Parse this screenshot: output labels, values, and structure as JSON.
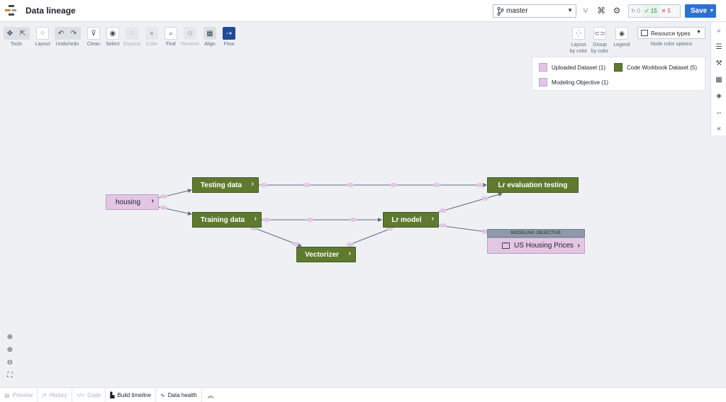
{
  "app": {
    "title": "Data lineage"
  },
  "topbar": {
    "branch": "master",
    "checks": {
      "neutral": "0",
      "passed": "15",
      "failed": "5"
    },
    "save_label": "Save"
  },
  "toolbar": {
    "tools": [
      "Tools",
      "Layout",
      "Undo/redo",
      "Clean",
      "Select",
      "Expand",
      "Color",
      "Find",
      "Remove",
      "Align",
      "Flow"
    ],
    "right": {
      "layout_by_color": "Layout by color",
      "group_by_color": "Group by color",
      "legend": "Legend",
      "resource_types": "Resource types",
      "node_color_options": "Node color options"
    }
  },
  "legend": {
    "items": [
      {
        "label": "Uploaded Dataset (1)",
        "color": "#e3c6e3"
      },
      {
        "label": "Code Workbook Dataset (5)",
        "color": "#5f7a2f"
      },
      {
        "label": "Modeling Objective (1)",
        "color": "#e3c6e3"
      }
    ]
  },
  "nodes": {
    "housing": "housing",
    "testing_data": "Testing data",
    "training_data": "Training data",
    "vectorizer": "Vectorizer",
    "lr_model": "Lr model",
    "lr_eval": "Lr evaluation testing",
    "modeling_objective_header": "MODELING OBJECTIVE",
    "us_housing_prices": "US Housing Prices"
  },
  "bottom_tabs": {
    "preview": "Preview",
    "history": "History",
    "code": "Code",
    "build_timeline": "Build timeline",
    "data_health": "Data health"
  },
  "colors": {
    "accent": "#2d72d2",
    "code_workbook": "#5f7a2f",
    "uploaded": "#e3c6e3",
    "flow_active": "#1f4b99"
  }
}
